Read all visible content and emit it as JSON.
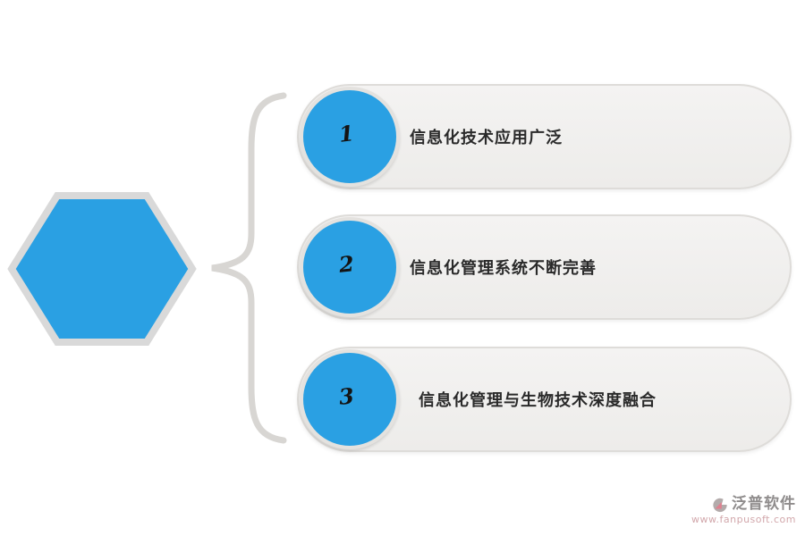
{
  "diagram": {
    "type": "brace-list",
    "hexagon": {
      "shape": "hexagon",
      "fill": "#2aa0e3",
      "stroke": "#d9d9d9"
    },
    "brace_glyph": "{",
    "items": [
      {
        "number": "1",
        "label": "信息化技术应用广泛"
      },
      {
        "number": "2",
        "label": "信息化管理系统不断完善"
      },
      {
        "number": "3",
        "label": "信息化管理与生物技术深度融合"
      }
    ]
  },
  "watermark": {
    "brand": "泛普软件",
    "url": "www.fanpusoft.com"
  },
  "colors": {
    "accent_blue": "#2aa0e3",
    "pill_gray": "#f1f0ee",
    "line_gray": "#d8d6d3",
    "text_dark": "#2a2a2a",
    "watermark_gray": "#8f8c8c",
    "watermark_pink": "#d2a7ab"
  }
}
